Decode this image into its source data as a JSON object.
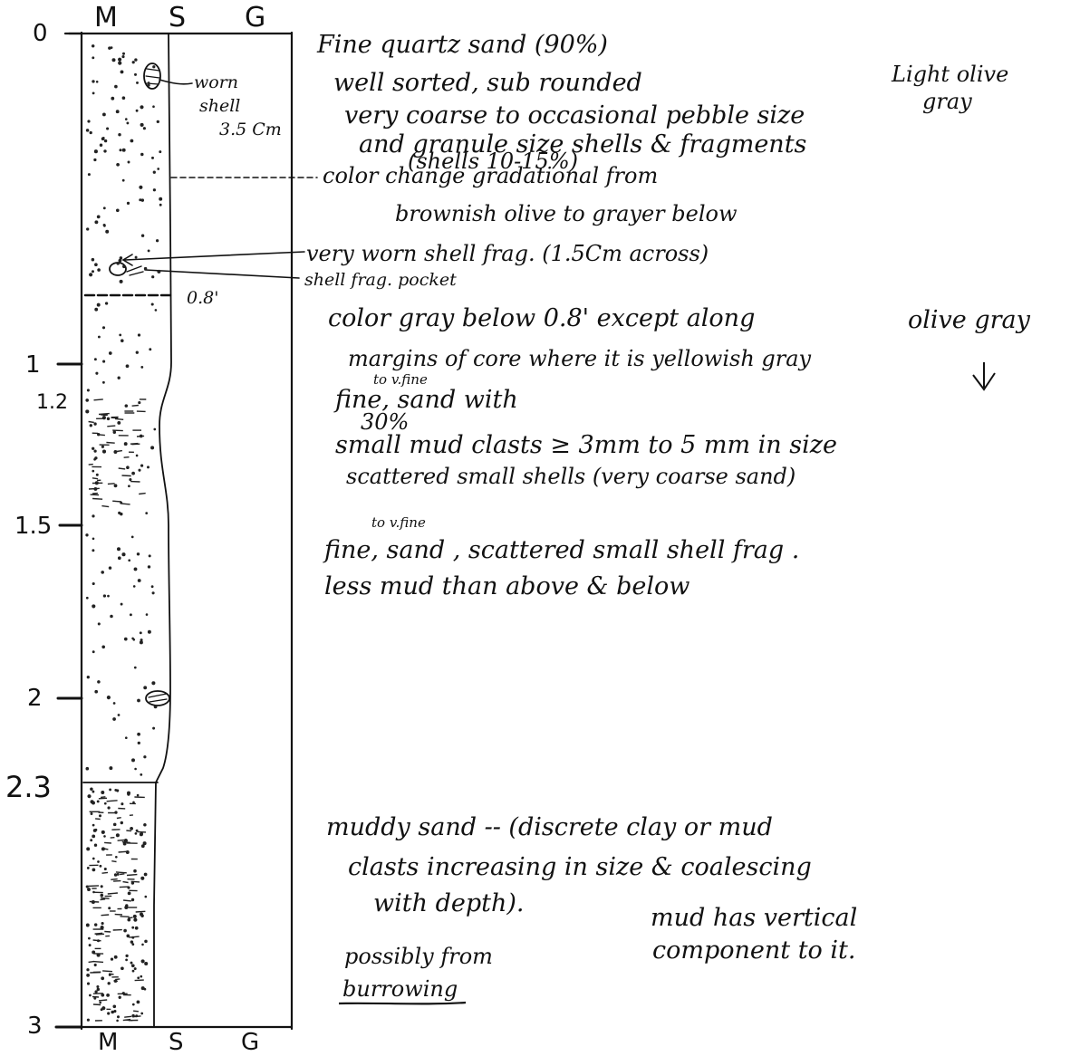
{
  "column_headers_top": [
    "M",
    "S",
    "G"
  ],
  "column_headers_bottom": [
    "M",
    "S",
    "G"
  ],
  "depth_labels": [
    "0",
    "1",
    "1.2",
    "1.5",
    "2",
    "2.3",
    "3"
  ],
  "callouts": {
    "worn_shell": [
      "worn",
      "shell",
      "3.5 Cm"
    ],
    "color_change": "color change gradational from",
    "color_change_2": "brownish olive to grayer below",
    "very_worn": "very worn shell frag. (1.5Cm across)",
    "shell_pocket": "shell frag. pocket",
    "marker_08": "0.8'"
  },
  "unit1": {
    "line1": "Fine quartz sand (90%)",
    "line2": "well sorted, sub rounded",
    "line3": "very coarse to occasional pebble size",
    "line4": "and granule size shells & fragments",
    "line5": "(shells 10-15%)",
    "color": [
      "Light olive",
      "gray"
    ]
  },
  "unit2": {
    "line1": "color gray below 0.8' except along",
    "line2": "margins of core where it is yellowish gray",
    "sup": "to v.fine",
    "line3": "fine, sand with",
    "pct": "30%",
    "line4": "small mud clasts ≥ 3mm to 5 mm in size",
    "line5": "scattered small shells (very coarse sand)",
    "color": "olive gray",
    "arrow": "↓"
  },
  "unit3": {
    "sup": "to v.fine",
    "line1": "fine, sand , scattered small shell frag .",
    "line2": "less mud than above & below"
  },
  "unit4": {
    "line1": "muddy sand -- (discrete clay or mud",
    "line2": "clasts increasing in size & coalescing",
    "line3": "with depth).",
    "line4": "mud has vertical",
    "line5": "component to it.",
    "line6": "possibly from",
    "line7": "burrowing"
  }
}
